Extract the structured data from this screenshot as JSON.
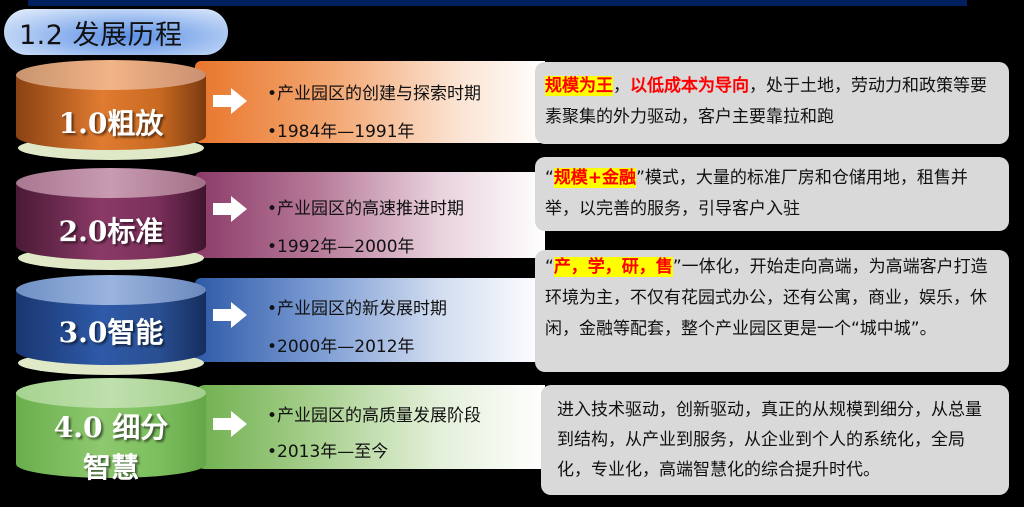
{
  "header": {
    "title": "1.2 发展历程",
    "bar_color": "#001F5F"
  },
  "stages": [
    {
      "label": "1.0粗放",
      "color": "#E07B30",
      "period_title": "•产业园区的创建与探索时期",
      "years": "•1984年—1991年",
      "description": {
        "highlight": "规模为王",
        "sep": "，",
        "red_text": "以低成本为导向",
        "rest": "，处于土地，劳动力和政策等要素聚集的外力驱动，客户主要靠拉和跑"
      }
    },
    {
      "label": "2.0标准",
      "color": "#8B3A68",
      "period_title": "•产业园区的高速推进时期",
      "years": "•1992年—2000年",
      "description": {
        "open_quote": "“",
        "highlight": "规模+金融",
        "rest": "”模式，大量的标准厂房和仓储用地，租售并举，以完善的服务，引导客户入驻"
      }
    },
    {
      "label": "3.0智能",
      "color": "#2E5AA8",
      "period_title": "•产业园区的新发展时期",
      "years": "•2000年—2012年",
      "description": {
        "open_quote": "“",
        "highlight": "产，学，研，售",
        "rest": "”一体化，开始走向高端，为高端客户打造环境为主，不仅有花园式办公，还有公寓，商业，娱乐，休闲，金融等配套，整个产业园区更是一个“城中城”。"
      }
    },
    {
      "label_line1": "4.0 细分",
      "label_line2": "智慧",
      "color": "#7CBF5E",
      "period_title": "•产业园区的高质量发展阶段",
      "years": "•2013年—至今",
      "description": {
        "rest": "进入技术驱动，创新驱动，真正的从规模到细分，从总量到结构，从产业到服务，从企业到个人的系统化，全局化，专业化，高端智慧化的综合提升时代。"
      }
    }
  ]
}
